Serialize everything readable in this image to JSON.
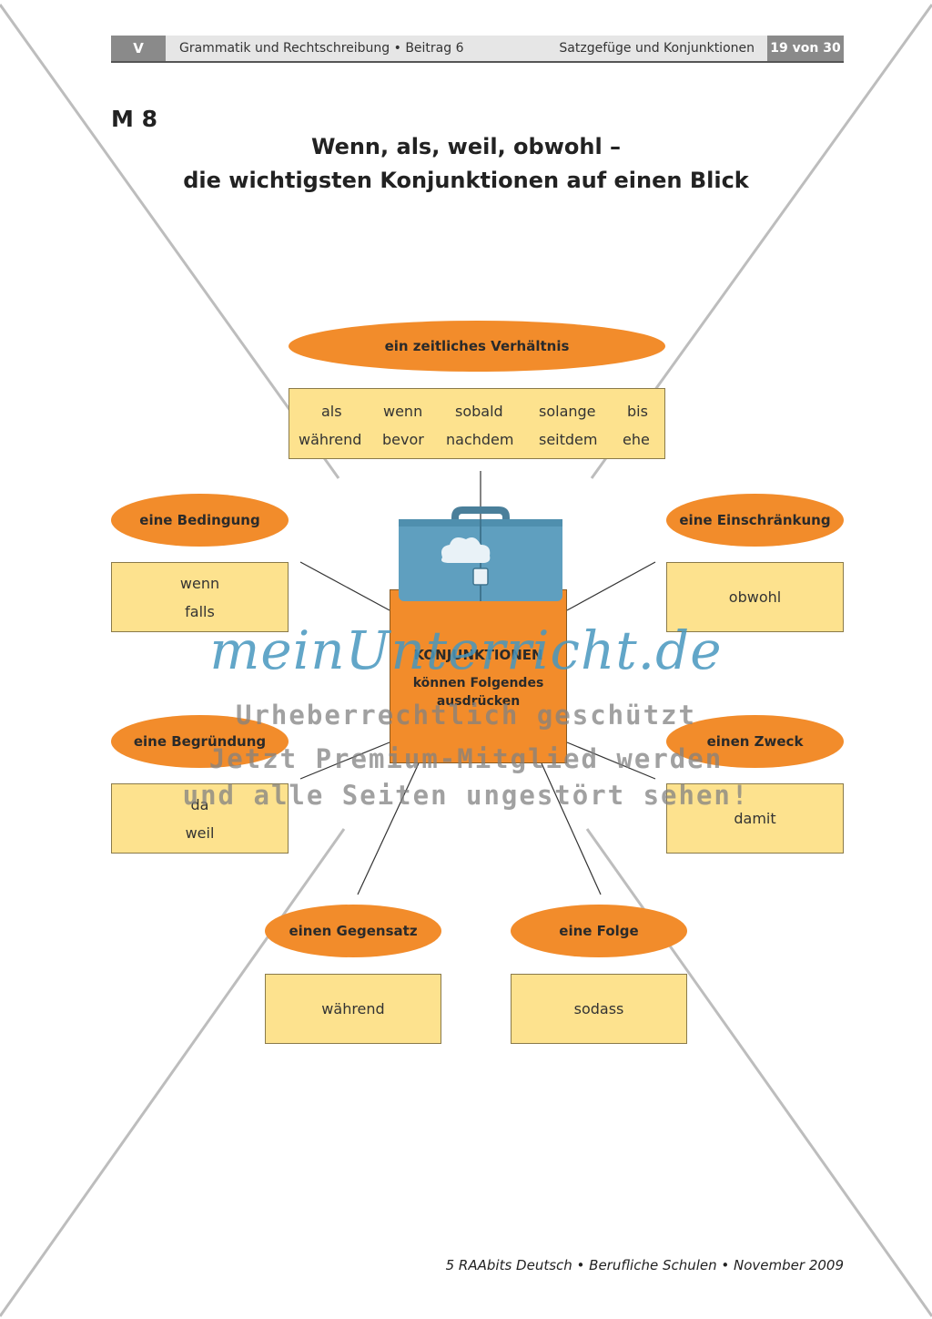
{
  "header": {
    "section": "V",
    "left": "Grammatik und Rechtschreibung • Beitrag 6",
    "right": "Satzgefüge und Konjunktionen",
    "page": "19 von 30"
  },
  "label": "M 8",
  "title": {
    "line1": "Wenn, als, weil, obwohl –",
    "line2": "die wichtigsten Konjunktionen auf einen Blick"
  },
  "diagram": {
    "center": {
      "line1": "KONJUNKTIONEN",
      "line2": "können Folgendes",
      "line3": "ausdrücken"
    },
    "zeitlich": {
      "label": "ein zeitliches Verhältnis",
      "row1": [
        "als",
        "wenn",
        "sobald",
        "solange",
        "bis"
      ],
      "row2": [
        "während",
        "bevor",
        "nachdem",
        "seitdem",
        "ehe"
      ]
    },
    "bedingung": {
      "label": "eine Bedingung",
      "words": [
        "wenn",
        "falls"
      ]
    },
    "einschraenkung": {
      "label": "eine Einschränkung",
      "words": [
        "obwohl"
      ]
    },
    "begruendung": {
      "label": "eine Begründung",
      "words": [
        "da",
        "weil"
      ]
    },
    "zweck": {
      "label": "einen Zweck",
      "words": [
        "damit"
      ]
    },
    "gegensatz": {
      "label": "einen Gegensatz",
      "words": [
        "während"
      ]
    },
    "folge": {
      "label": "eine Folge",
      "words": [
        "sodass"
      ]
    }
  },
  "watermark": {
    "brand": "meinUnterricht.de",
    "line1": "Urheberrechtlich geschützt",
    "line2": "Jetzt Premium-Mitglied werden",
    "line3": "und alle Seiten ungestört sehen!"
  },
  "footer": "5  RAAbits Deutsch  •  Berufliche Schulen  •  November 2009",
  "colors": {
    "ellipse": "#f28c2b",
    "box": "#fde28e",
    "briefcase": "#5f9fbf",
    "header_bar": "#8a8a8a"
  }
}
